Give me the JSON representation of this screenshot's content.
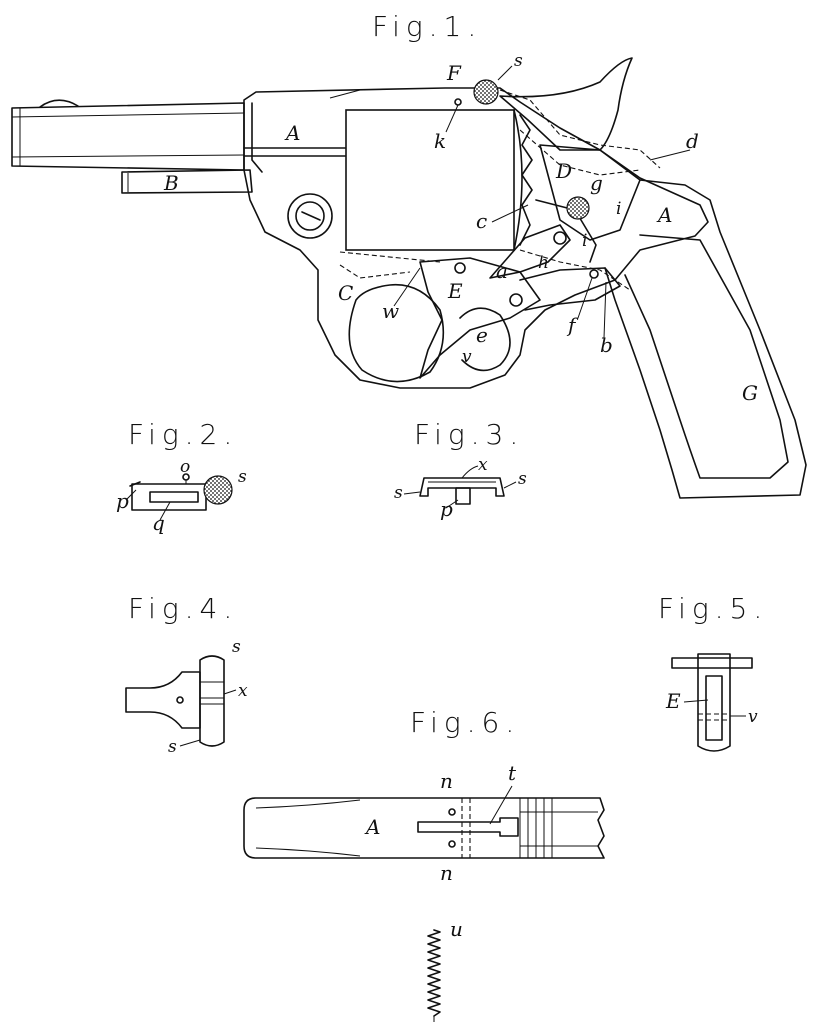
{
  "figures": {
    "fig1": {
      "title": "Fig.1.",
      "labels": {
        "A_frame": "A",
        "B": "B",
        "F": "F",
        "s": "s",
        "k": "k",
        "c": "c",
        "d": "d",
        "D": "D",
        "g": "g",
        "i1": "i",
        "i2": "i",
        "A_grip": "A",
        "h": "h",
        "a": "a",
        "E": "E",
        "C": "C",
        "w": "w",
        "e": "e",
        "v": "v",
        "f": "f",
        "b": "b",
        "G": "G"
      }
    },
    "fig2": {
      "title": "Fig.2.",
      "labels": {
        "o": "o",
        "s": "s",
        "p": "p",
        "q": "q"
      }
    },
    "fig3": {
      "title": "Fig.3.",
      "labels": {
        "x": "x",
        "s_left": "s",
        "s_right": "s",
        "p": "p"
      }
    },
    "fig4": {
      "title": "Fig.4.",
      "labels": {
        "s_top": "s",
        "x": "x",
        "s_bottom": "s"
      }
    },
    "fig5": {
      "title": "Fig.5.",
      "labels": {
        "E": "E",
        "v": "v"
      }
    },
    "fig6": {
      "title": "Fig.6.",
      "labels": {
        "n_top": "n",
        "t": "t",
        "A": "A",
        "n_bottom": "n",
        "u": "u"
      }
    }
  }
}
